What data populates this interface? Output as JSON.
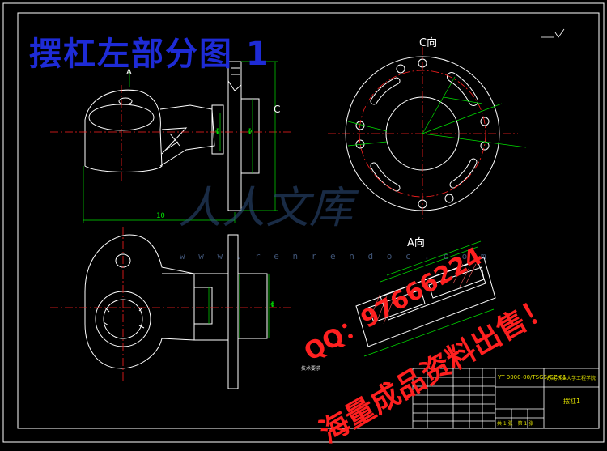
{
  "banner_title": "摆杠左部分图 1",
  "view_labels": {
    "c_view": "C向",
    "a_view": "A向",
    "section_a": "A",
    "section_c": "C"
  },
  "dimensions": {
    "front_width": "10",
    "d1": "Φ",
    "d2": "Φ",
    "d3": "Φ"
  },
  "watermark": {
    "chinese": "人人文库",
    "url": "w w w . r e n r e n d o c . c o m"
  },
  "promo": {
    "qq": "QQ：97666224",
    "sale": "海量成品资料出售！"
  },
  "title_block": {
    "drawing_number": "YT 0000-00/TSGS/GZ-01",
    "university": "东北农业大学工程学院",
    "part_name": "摆杠1",
    "sheet": "共 1 张　第 1 张"
  },
  "notes_header": "技术要求",
  "colors": {
    "outline": "#ffffff",
    "centerline": "#ff2020",
    "dimension": "#00e000",
    "banner": "#1e2bd6",
    "promo": "#ff2020"
  }
}
